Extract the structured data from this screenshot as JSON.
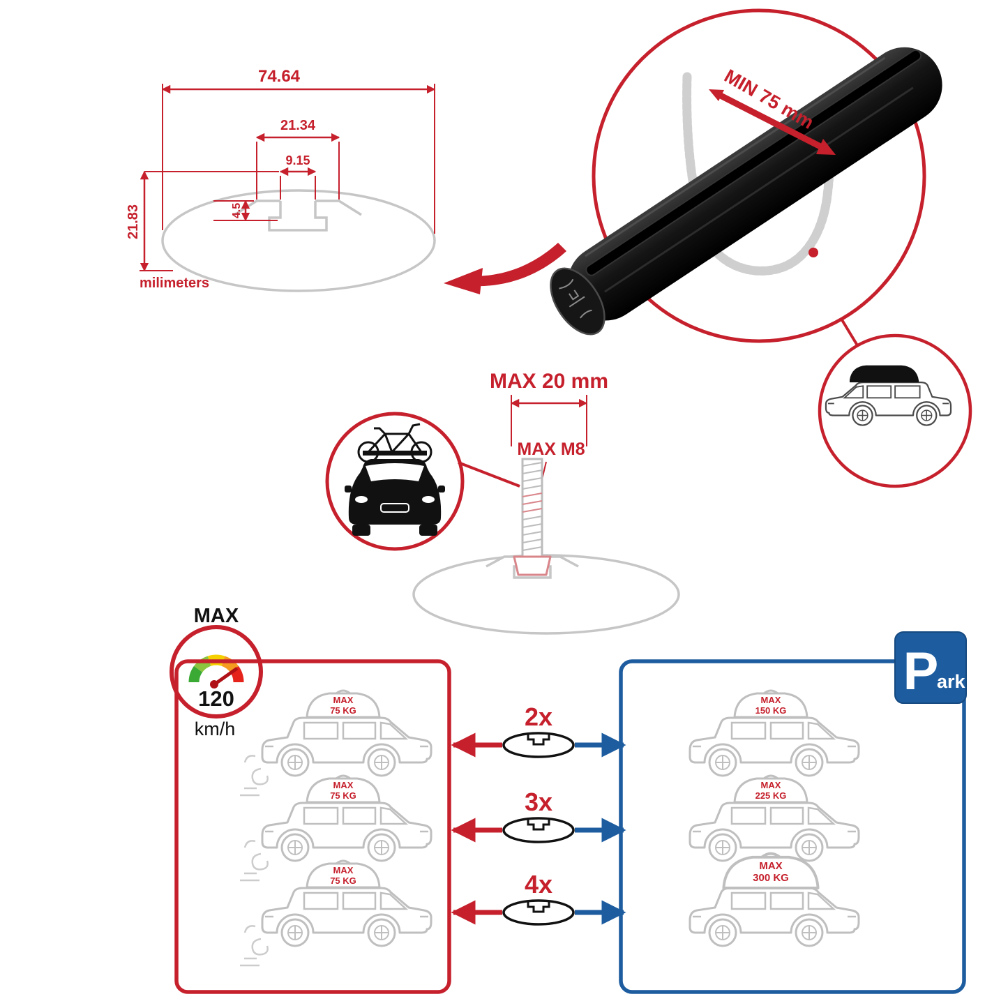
{
  "colors": {
    "red": "#c5202c",
    "blue": "#1d5c9f",
    "gray": "#c6c6c6",
    "black": "#111111"
  },
  "tech_drawing": {
    "dim_total_width": "74.64",
    "dim_slot_outer": "21.34",
    "dim_slot_inner": "9.15",
    "dim_step": "4.5",
    "dim_total_height": "21.83",
    "unit_label": "milimeters"
  },
  "bar_callout": {
    "min_span": "MIN 75 mm"
  },
  "bolt_callout": {
    "max_length": "MAX 20 mm",
    "max_thread": "MAX M8"
  },
  "speed_limit": {
    "label": "MAX",
    "value": "120",
    "unit": "km/h"
  },
  "left_panel": {
    "cars": [
      {
        "label_top": "MAX",
        "label_bottom": "75 KG"
      },
      {
        "label_top": "MAX",
        "label_bottom": "75 KG"
      },
      {
        "label_top": "MAX",
        "label_bottom": "75 KG"
      }
    ]
  },
  "multipliers": [
    {
      "label": "2x"
    },
    {
      "label": "3x"
    },
    {
      "label": "4x"
    }
  ],
  "right_panel": {
    "cars": [
      {
        "label_top": "MAX",
        "label_bottom": "150 KG"
      },
      {
        "label_top": "MAX",
        "label_bottom": "225 KG"
      },
      {
        "label_top": "MAX",
        "label_bottom": "300 KG"
      }
    ],
    "park_sign": {
      "letter": "P",
      "suffix": "ark"
    }
  }
}
